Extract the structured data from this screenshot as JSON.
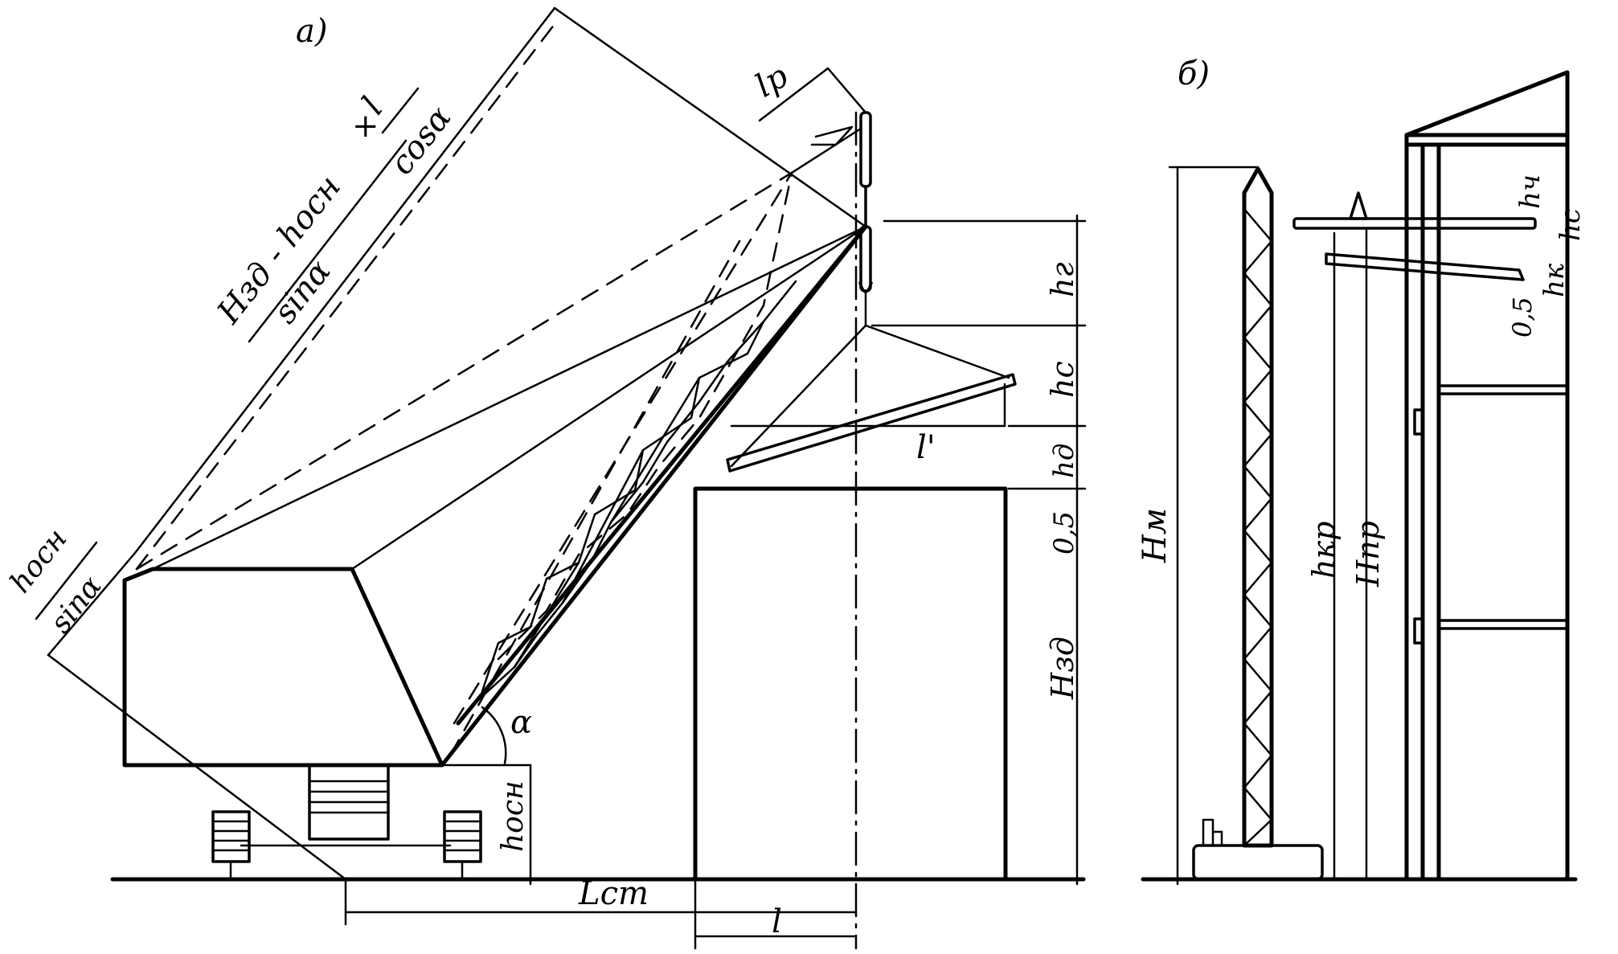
{
  "panels": {
    "a": {
      "label": "а)",
      "dims": {
        "boom_top_formula_num": "Hзд - hосн",
        "boom_top_formula_den": "sinα",
        "boom_top_formula_plus": "+",
        "boom_l_num": "l",
        "boom_l_den": "cosα",
        "base_formula_num": "hосн",
        "base_formula_den": "sinα",
        "lp": "lр",
        "hg": "hг",
        "hs": "hс",
        "hd": "hд",
        "l_prime": "l'",
        "clearance": "0,5",
        "h_building": "Hзд",
        "h_base": "hосн",
        "alpha": "α",
        "l_st": "Lст",
        "l": "l"
      }
    },
    "b": {
      "label": "б)",
      "dims": {
        "h_mast": "Hм",
        "h_crane": "hкр",
        "h_floor": "Hпр",
        "h_ch": "hч",
        "h_s": "hс",
        "h_k": "hк",
        "clearance": "0,5"
      }
    }
  }
}
